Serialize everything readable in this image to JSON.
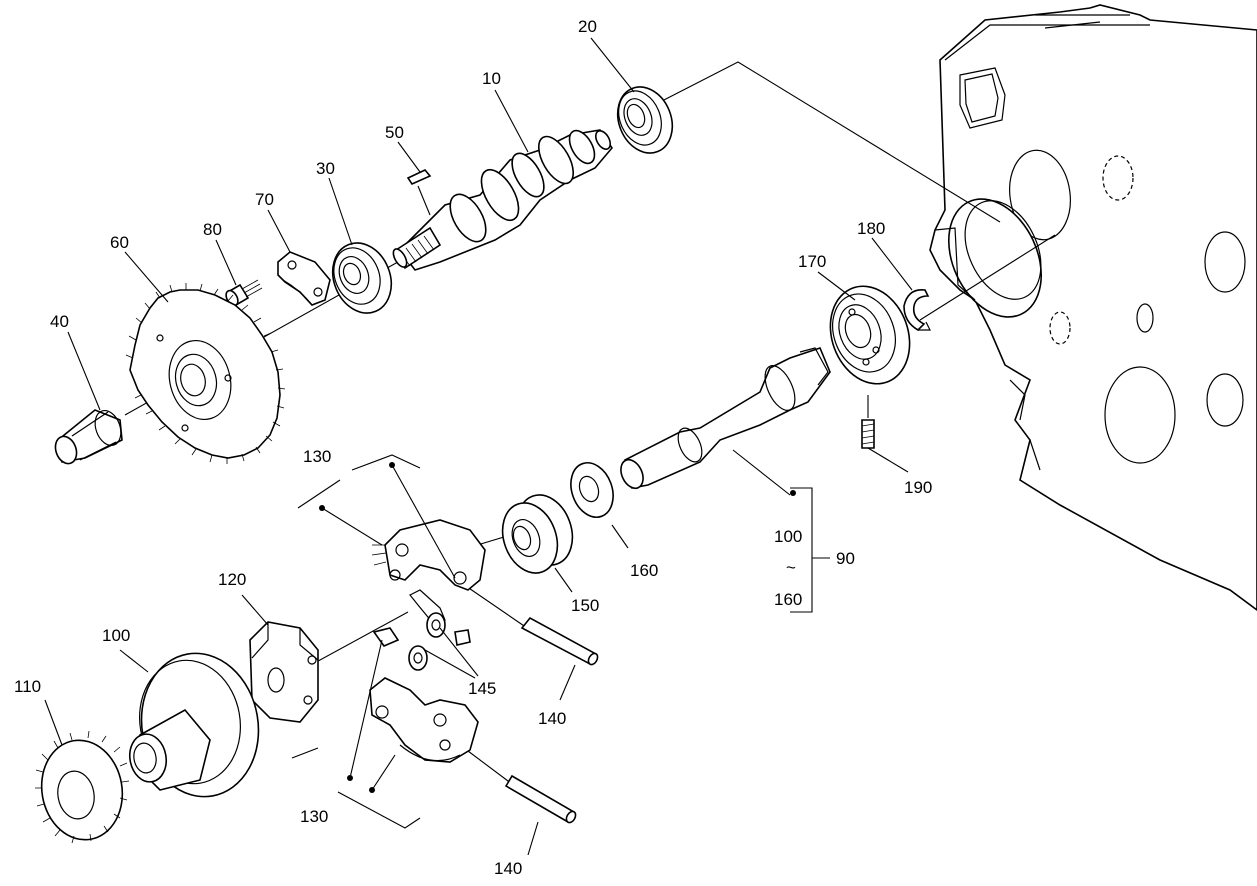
{
  "labels": {
    "p10": "10",
    "p20": "20",
    "p30": "30",
    "p40": "40",
    "p50": "50",
    "p60": "60",
    "p70": "70",
    "p80": "80",
    "p90": "90",
    "p100_top": "100",
    "p100": "100",
    "p110": "110",
    "p120": "120",
    "p130_top": "130",
    "p130_bottom": "130",
    "p140_top": "140",
    "p140_bottom": "140",
    "p145": "145",
    "p150": "150",
    "p160_range": "160",
    "p160": "160",
    "p170": "170",
    "p180": "180",
    "p190": "190",
    "range_tilde": "~"
  },
  "colors": {
    "line": "#000000",
    "background": "#ffffff"
  }
}
